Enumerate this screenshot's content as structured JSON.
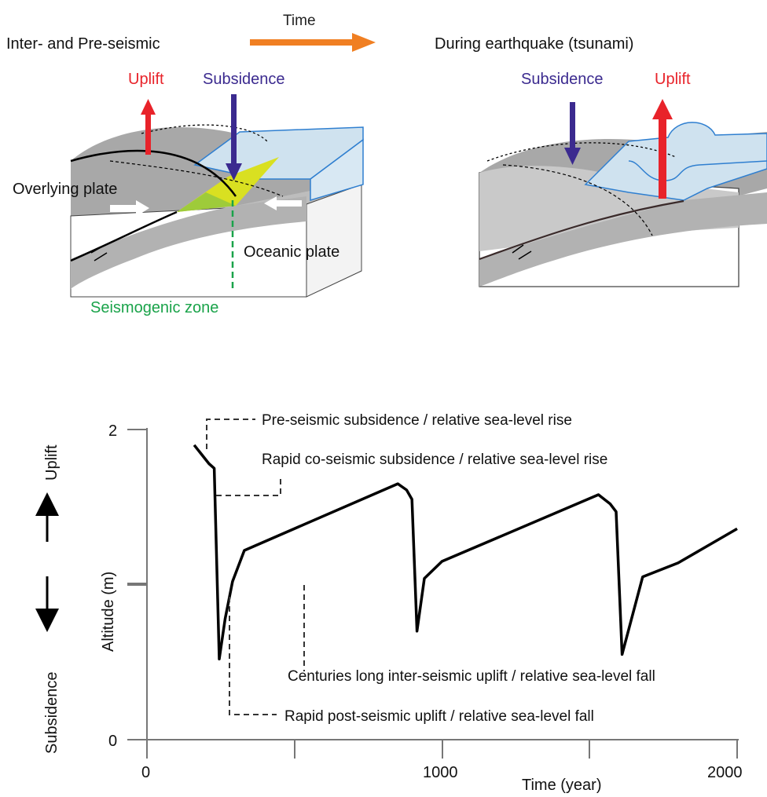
{
  "top": {
    "time_label": "Time",
    "phase_left": "Inter- and Pre-seismic",
    "phase_right": "During earthquake (tsunami)",
    "left_panel": {
      "uplift": "Uplift",
      "subsidence": "Subsidence",
      "overlying_plate": "Overlying plate",
      "oceanic_plate": "Oceanic plate",
      "seismogenic_zone": "Seismogenic zone"
    },
    "right_panel": {
      "subsidence": "Subsidence",
      "uplift": "Uplift"
    }
  },
  "colors": {
    "uplift": "#e8232a",
    "subsidence": "#3b2a8f",
    "time_arrow": "#f07f22",
    "seismogenic": "#1aa34a",
    "wedge": "#d9e021",
    "water": "#cfe2ef",
    "water_edge": "#2f7fd0",
    "plate": "#a7a7a7"
  },
  "chart_data": {
    "type": "line",
    "xlabel": "Time (year)",
    "ylabel": "Altitude (m)",
    "xticks": [
      "0",
      "1000",
      "2000"
    ],
    "yticks": [
      "0",
      "2"
    ],
    "xlim": [
      0,
      2000
    ],
    "ylim": [
      0,
      2
    ],
    "side_labels": {
      "uplift": "Uplift",
      "subsidence": "Subsidence"
    },
    "series": [
      {
        "x": [
          160,
          210,
          228,
          245,
          265,
          290,
          330,
          850,
          880,
          898,
          915,
          940,
          1000,
          1530,
          1570,
          1590,
          1610,
          1680,
          1800,
          2000
        ],
        "y": [
          1.9,
          1.78,
          1.75,
          0.52,
          0.78,
          1.02,
          1.22,
          1.65,
          1.61,
          1.55,
          0.7,
          1.04,
          1.15,
          1.58,
          1.52,
          1.47,
          0.55,
          1.05,
          1.14,
          1.36
        ]
      }
    ],
    "annotations": [
      "Pre-seismic subsidence / relative sea-level rise",
      "Rapid co-seismic subsidence / relative sea-level rise",
      "Centuries long inter-seismic uplift / relative sea-level fall",
      "Rapid post-seismic uplift / relative sea-level fall"
    ]
  }
}
